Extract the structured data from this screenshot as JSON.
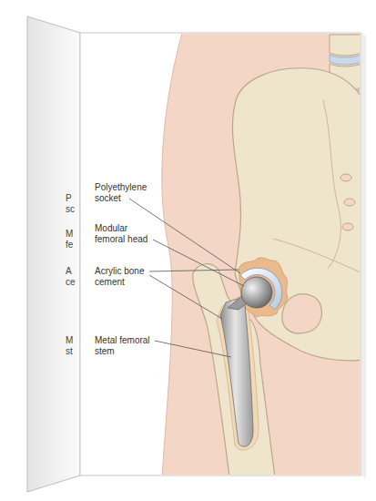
{
  "diagram": {
    "labels": [
      "P",
      "sc",
      "M",
      "fe",
      "A",
      "ce",
      "M",
      "st",
      "Polyethylene socket",
      "Modular femoral head",
      "Acrylic bone cement",
      "Metal femoral stem"
    ]
  }
}
